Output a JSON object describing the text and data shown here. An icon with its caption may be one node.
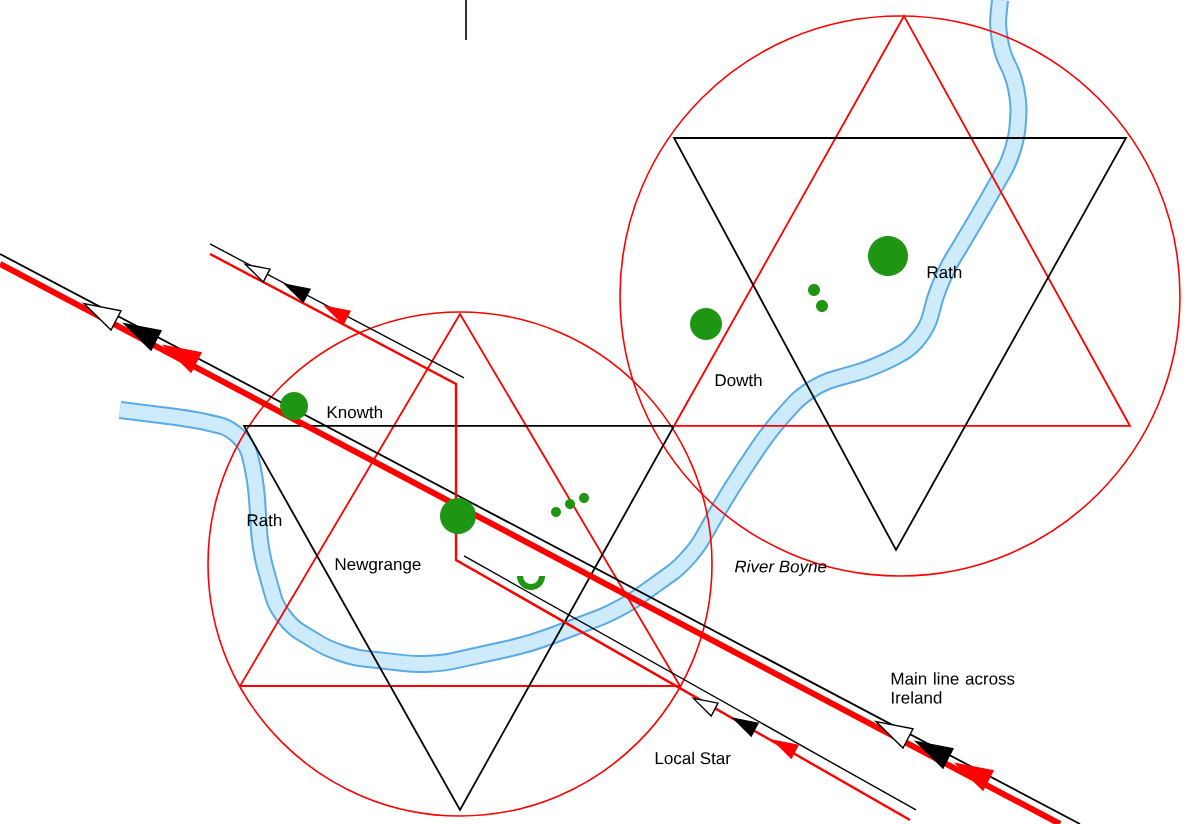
{
  "diagram": {
    "labels": [
      "Knowth",
      "Rath",
      "Newgrange",
      "Dowth",
      "Rath",
      "River Boyne",
      "Main line across Ireland",
      "Local Star"
    ]
  }
}
